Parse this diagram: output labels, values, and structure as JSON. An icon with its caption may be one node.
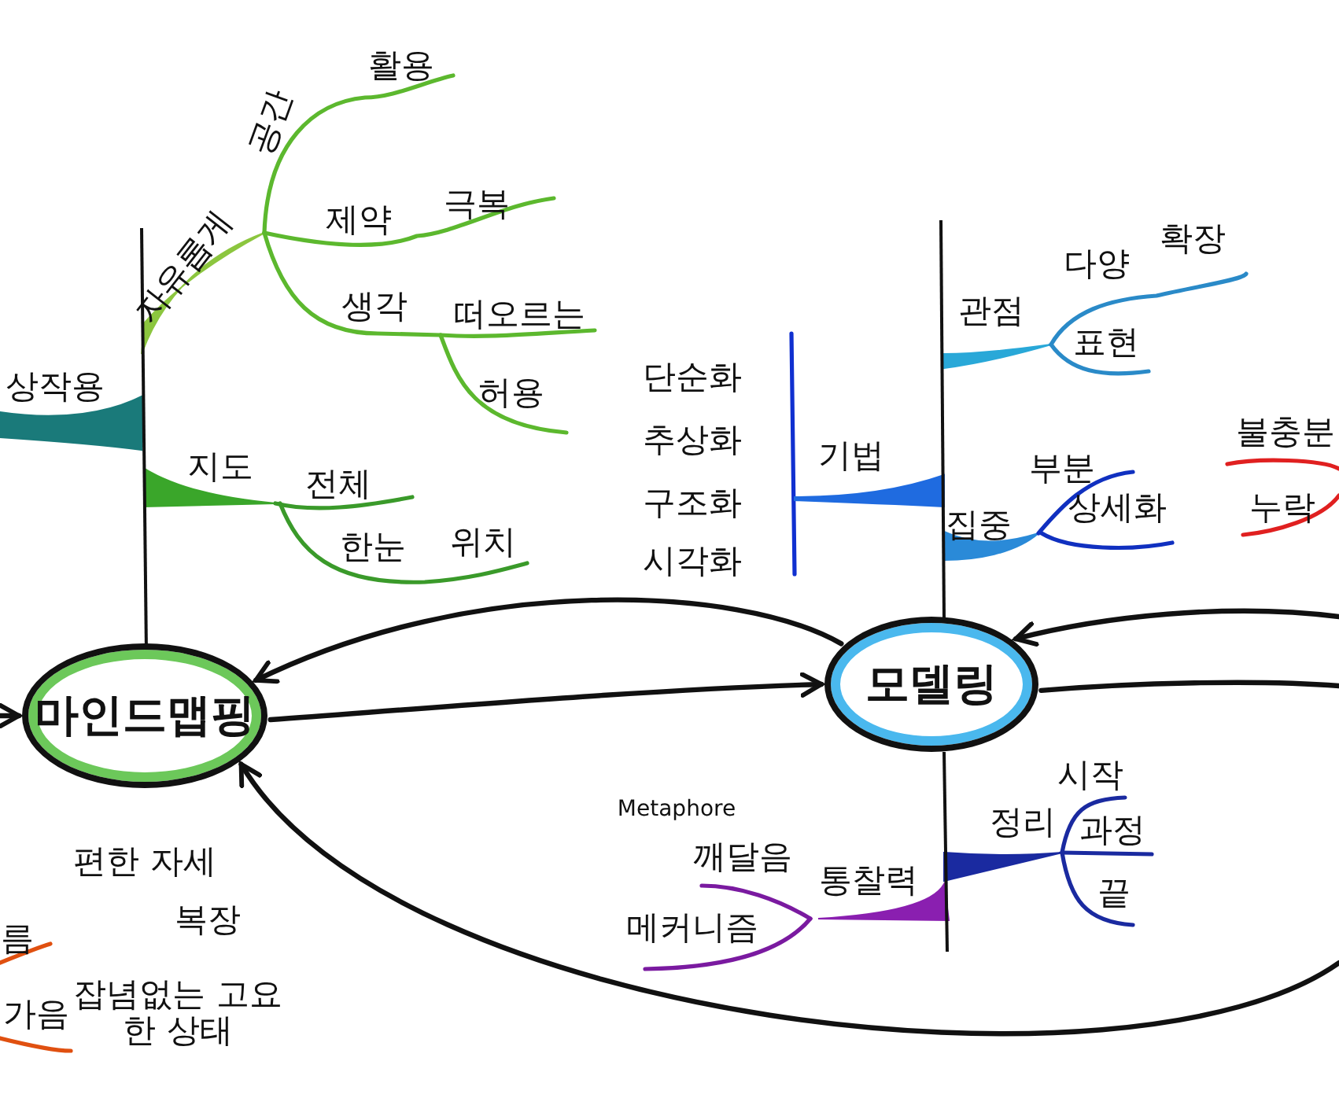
{
  "diagram": {
    "nodes": [
      {
        "text": [
          "마인드맵핑"
        ]
      },
      {
        "text": [
          "모델링"
        ]
      }
    ],
    "edges": [
      {
        "from": null,
        "to": 0,
        "arrow": "to"
      },
      {
        "from": 1,
        "to": 0,
        "arrow": "to"
      },
      {
        "from": 0,
        "to": 1,
        "arrow": "to"
      },
      {
        "from": null,
        "to": 1,
        "arrow": "to"
      },
      {
        "from": 1,
        "to": null,
        "arrow": "none"
      },
      {
        "from": null,
        "to": 0,
        "arrow": "to"
      }
    ],
    "labels": [
      "활용",
      "공간",
      "자유롭게",
      "제약",
      "극복",
      "생각",
      "떠오르는",
      "상작용",
      "허용",
      "지도",
      "전체",
      "한눈",
      "위치",
      "다양",
      "확장",
      "관점",
      "표현",
      "단순화",
      "추상화",
      "구조화",
      "시각화",
      "기법",
      "불충분",
      "부분",
      "집중",
      "상세화",
      "누락",
      "편한 자세",
      "복장",
      "름",
      "가음",
      "잡념없는 고요한 상태",
      "Metaphore",
      "깨달음",
      "시작",
      "정리",
      "과정",
      "통찰력",
      "끝",
      "메커니즘"
    ]
  }
}
